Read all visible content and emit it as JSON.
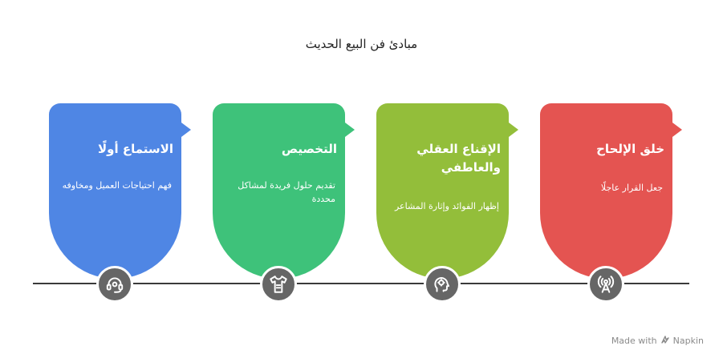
{
  "title": "مبادئ فن البيع الحديث",
  "steps": [
    {
      "title": "الاستماع أولًا",
      "description": "فهم احتياجات العميل ومخاوفه",
      "icon": "headset-icon",
      "color": "#4F86E4"
    },
    {
      "title": "التخصيص",
      "description": "تقديم حلول فريدة لمشاكل محددة",
      "icon": "tailored-shirt-icon",
      "color": "#3EC27A"
    },
    {
      "title": "الإقناع العقلي والعاطفي",
      "description": "إظهار الفوائد وإثارة المشاعر",
      "icon": "head-brain-icon",
      "color": "#93BE3A"
    },
    {
      "title": "خلق الإلحاح",
      "description": "جعل القرار عاجلًا",
      "icon": "radio-tower-icon",
      "color": "#E45451"
    }
  ],
  "footer": {
    "made_with": "Made with",
    "brand": "Napkin"
  }
}
